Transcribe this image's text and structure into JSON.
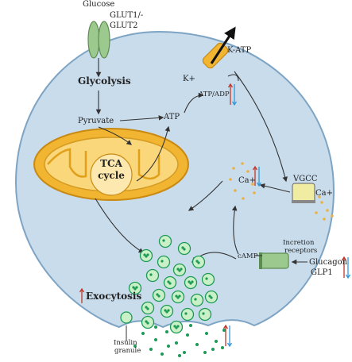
{
  "labels": {
    "glucose": "Glucose",
    "glut_line1": "GLUT1/-",
    "glut_line2": "GLUT2",
    "glycolysis": "Glycolysis",
    "pyruvate": "Pyruvate",
    "atp": "ATP",
    "atp_adp": "ATP/ADP",
    "k_atp": "K-ATP",
    "k_plus": "K+",
    "tca_line1": "TCA",
    "tca_line2": "cycle",
    "vgcc": "VGCC",
    "ca_inside": "Ca+",
    "ca_outside": "Ca+",
    "incretion_line1": "Incretion",
    "incretion_line2": "receptors",
    "camp": "cAMP",
    "glucagon": "Glucagon",
    "glp1": "GLP1",
    "exocytosis": "Exocytosis",
    "insulin_line1": "Insulin",
    "insulin_line2": "granule"
  },
  "colors": {
    "cell_fill": "#c9dcec",
    "cell_stroke": "#7ea4c4",
    "mito_outer": "#f2b531",
    "mito_inner": "#fad77a",
    "channel_green": "#9cc98e",
    "k_atp_channel": "#f2b531",
    "vgcc_channel": "#f0eca2",
    "granule_green": "#1c9a55",
    "granule_light": "#c9f0c6",
    "arrow_up": "#c0392b",
    "arrow_down": "#3498db"
  },
  "icons": [
    "up-arrow-icon",
    "down-arrow-icon"
  ]
}
